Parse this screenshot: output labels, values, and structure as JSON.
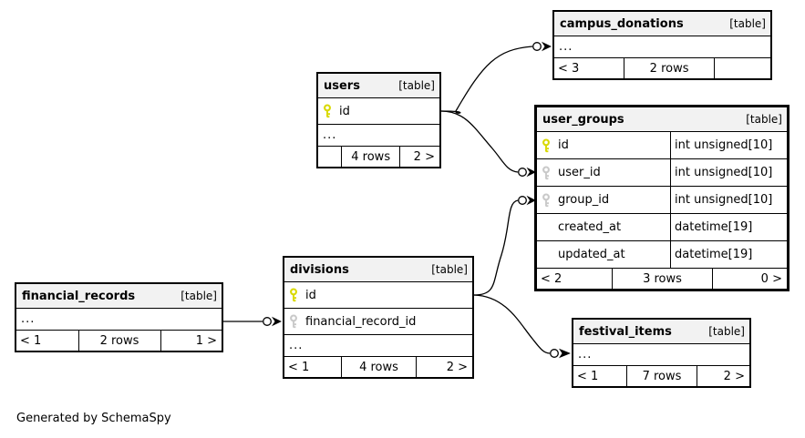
{
  "diagram_note": "Generated by SchemaSpy",
  "colors": {
    "pk": "#d9d900",
    "fk": "#c9c9c9",
    "header_bg": "#f2f2f2",
    "border": "#000000",
    "bg": "#ffffff"
  },
  "tables": {
    "campus_donations": {
      "name": "campus_donations",
      "tag": "[table]",
      "ellipsis": "...",
      "footer": {
        "left": "< 3",
        "center": "2 rows",
        "right": ""
      }
    },
    "users": {
      "name": "users",
      "tag": "[table]",
      "columns": [
        {
          "name": "id",
          "key": "pk",
          "type": ""
        }
      ],
      "ellipsis": "...",
      "footer": {
        "left": "",
        "center": "4 rows",
        "right": "2 >"
      }
    },
    "user_groups": {
      "name": "user_groups",
      "tag": "[table]",
      "columns": [
        {
          "name": "id",
          "key": "pk",
          "type": "int unsigned[10]"
        },
        {
          "name": "user_id",
          "key": "fk",
          "type": "int unsigned[10]"
        },
        {
          "name": "group_id",
          "key": "fk",
          "type": "int unsigned[10]"
        },
        {
          "name": "created_at",
          "key": "none",
          "type": "datetime[19]"
        },
        {
          "name": "updated_at",
          "key": "none",
          "type": "datetime[19]"
        }
      ],
      "footer": {
        "left": "< 2",
        "center": "3 rows",
        "right": "0 >"
      }
    },
    "divisions": {
      "name": "divisions",
      "tag": "[table]",
      "columns": [
        {
          "name": "id",
          "key": "pk",
          "type": ""
        },
        {
          "name": "financial_record_id",
          "key": "fk",
          "type": ""
        }
      ],
      "ellipsis": "...",
      "footer": {
        "left": "< 1",
        "center": "4 rows",
        "right": "2 >"
      }
    },
    "financial_records": {
      "name": "financial_records",
      "tag": "[table]",
      "ellipsis": "...",
      "footer": {
        "left": "< 1",
        "center": "2 rows",
        "right": "1 >"
      }
    },
    "festival_items": {
      "name": "festival_items",
      "tag": "[table]",
      "ellipsis": "...",
      "footer": {
        "left": "< 1",
        "center": "7 rows",
        "right": "2 >"
      }
    }
  },
  "relationships": [
    {
      "from": "users.id",
      "to": "campus_donations"
    },
    {
      "from": "users.id",
      "to": "user_groups.user_id"
    },
    {
      "from": "divisions.id",
      "to": "user_groups.group_id"
    },
    {
      "from": "divisions.id",
      "to": "festival_items"
    },
    {
      "from": "financial_records",
      "to": "divisions.financial_record_id"
    }
  ]
}
